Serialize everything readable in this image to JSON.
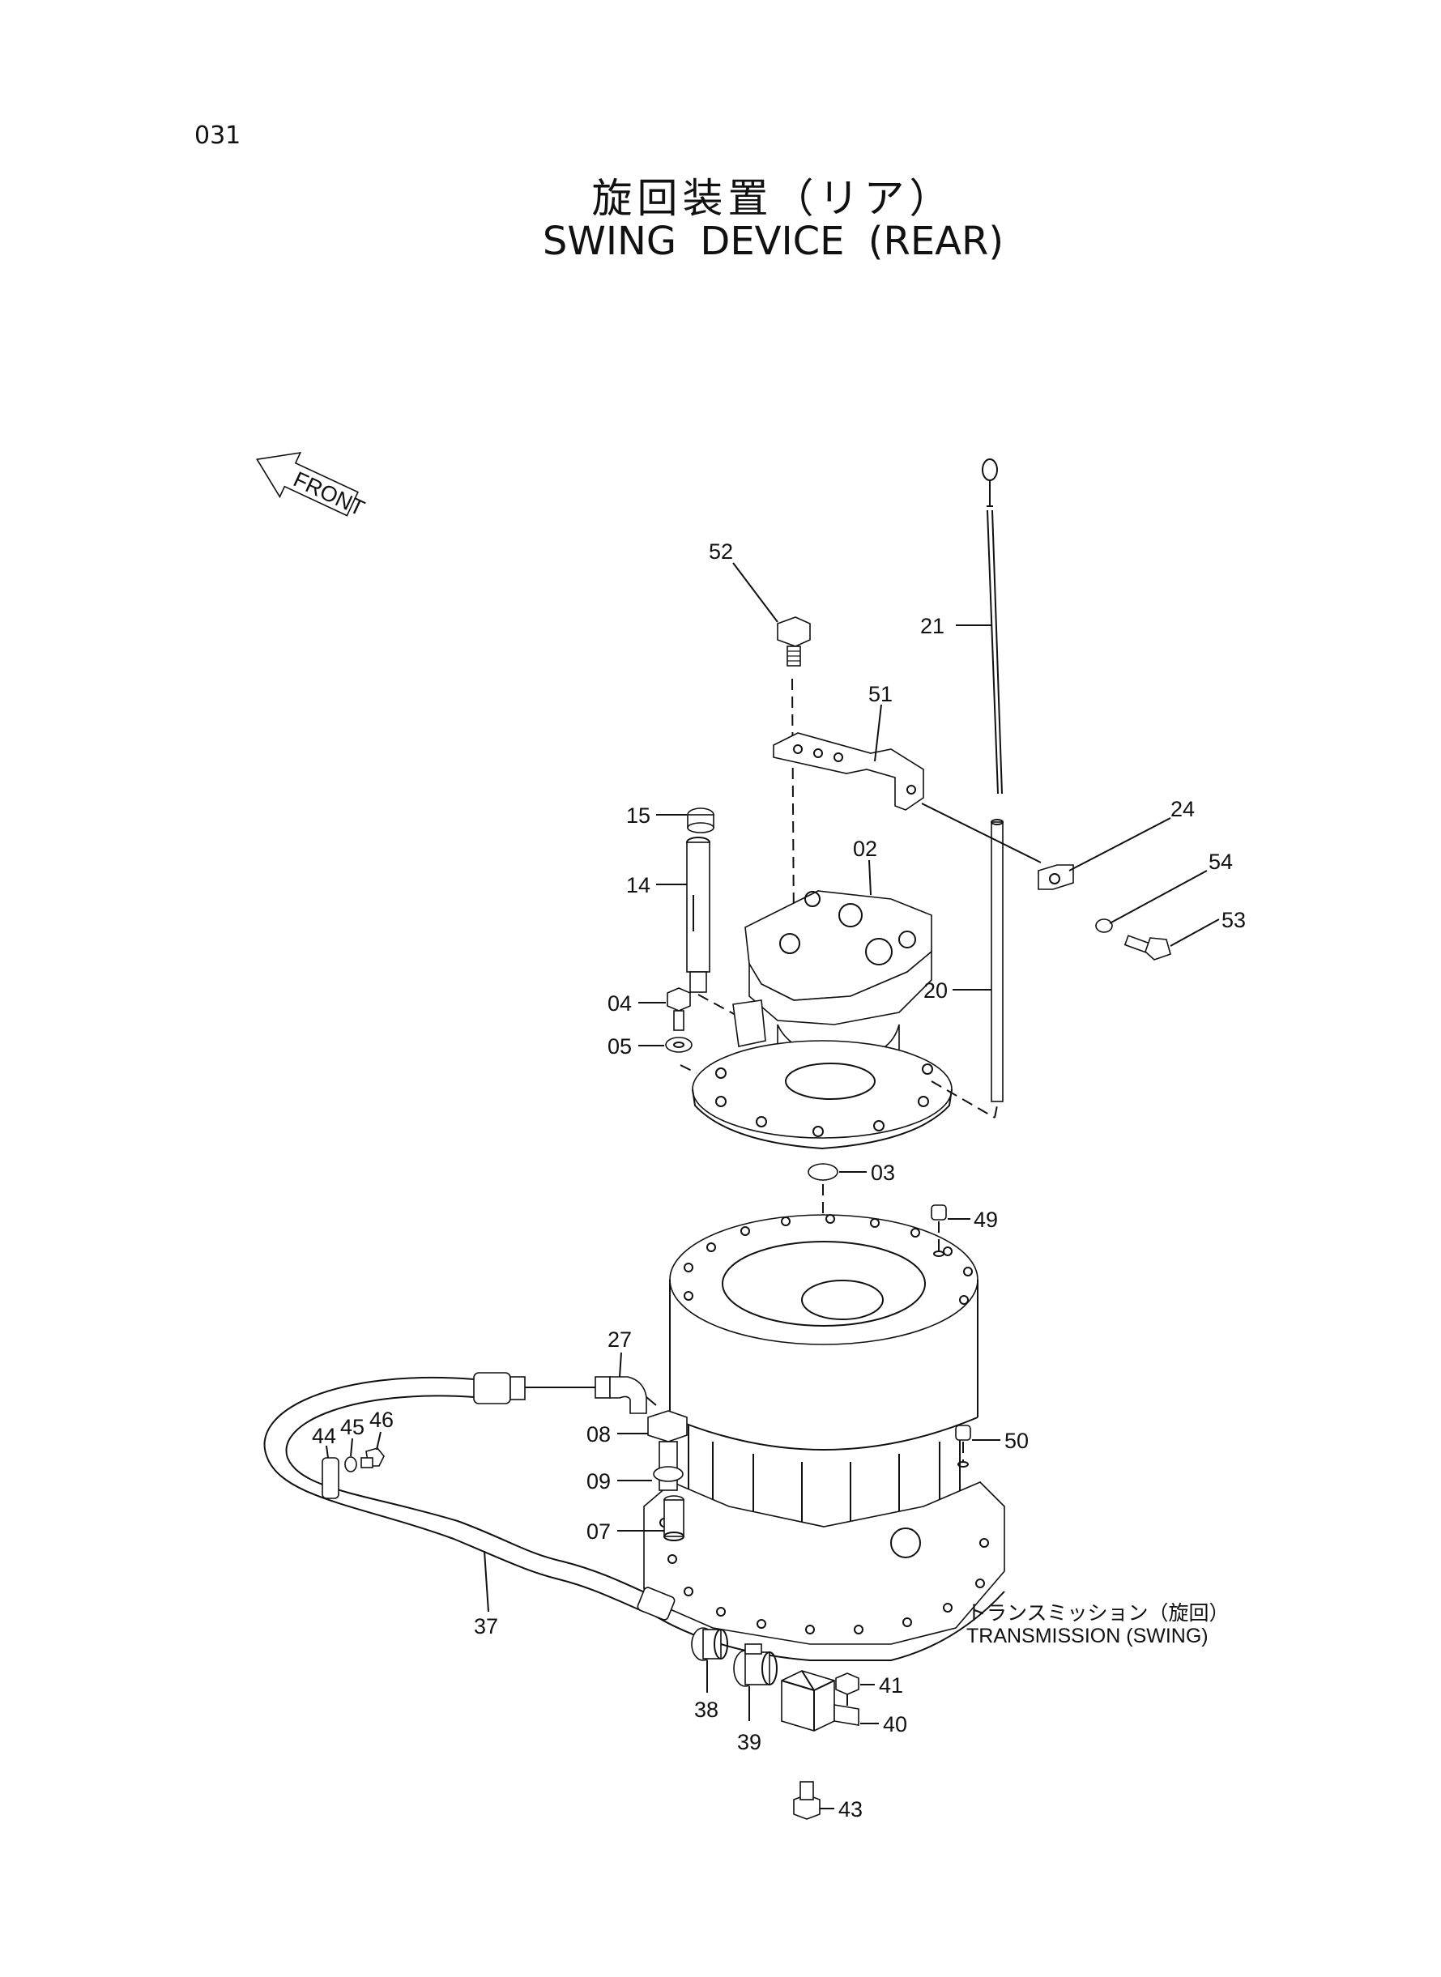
{
  "page_number": "031",
  "title_jp": "旋回装置（リア）",
  "title_en": "SWING   DEVICE (REAR)",
  "front_label": "FRONT",
  "transmission_note": {
    "jp": "トランスミッション（旋回）",
    "en": "TRANSMISSION (SWING)"
  },
  "callouts": [
    "52",
    "21",
    "51",
    "24",
    "54",
    "53",
    "15",
    "14",
    "02",
    "20",
    "04",
    "05",
    "03",
    "49",
    "27",
    "08",
    "46",
    "45",
    "44",
    "09",
    "07",
    "50",
    "37",
    "38",
    "39",
    "41",
    "40",
    "43"
  ]
}
